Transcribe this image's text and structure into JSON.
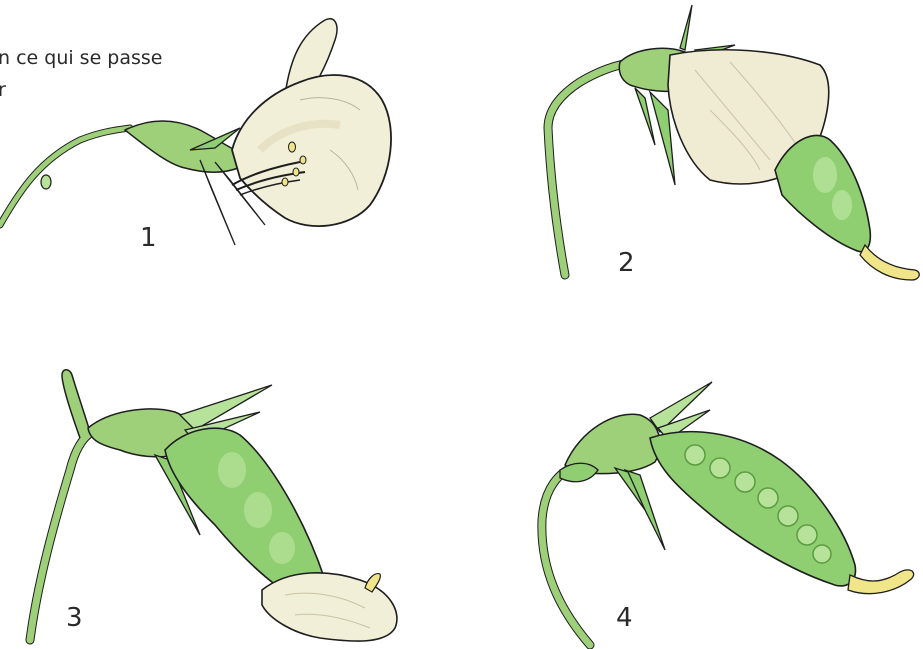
{
  "caption": {
    "line1": "n ce qui se passe",
    "line2": "r"
  },
  "stages": [
    {
      "number": "1",
      "description": "open pea flower with stamens and pistil"
    },
    {
      "number": "2",
      "description": "petals withering as young pod emerges"
    },
    {
      "number": "3",
      "description": "pod elongating with dried petals at tip"
    },
    {
      "number": "4",
      "description": "mature pea pod with visible seeds"
    }
  ],
  "colors": {
    "stem": "#9ed07a",
    "stem_dark": "#6fae4f",
    "petal": "#f2efd9",
    "petal_shade": "#e2dcbc",
    "pod": "#8fcf72",
    "pod_light": "#b6e29a",
    "style_tip": "#f1e58a",
    "outline": "#1e1e1e"
  }
}
